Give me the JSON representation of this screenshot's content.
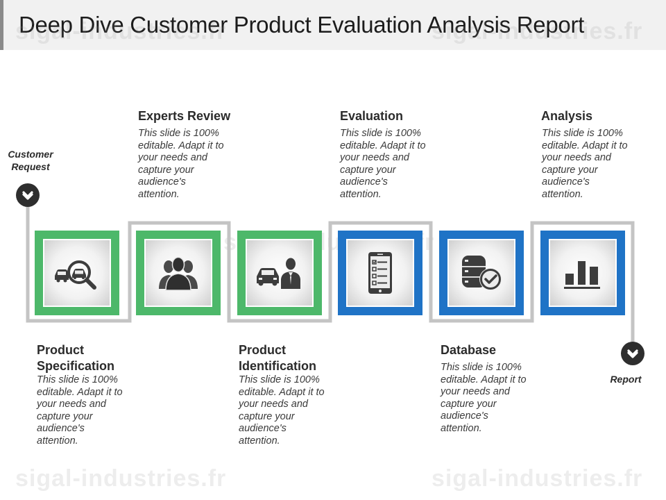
{
  "title": "Deep Dive Customer Product Evaluation Analysis Report",
  "watermark_text": "sigal-industries.fr",
  "colors": {
    "green": "#4db86a",
    "blue": "#1f73c6",
    "connector": "#c4c4c4",
    "icon": "#3d3d3d",
    "marker": "#2e2e2e"
  },
  "start": {
    "label_line1": "Customer",
    "label_line2": "Request",
    "icon": "chevron-down-icon"
  },
  "end": {
    "label": "Report",
    "icon": "chevron-down-icon"
  },
  "steps": [
    {
      "title_line1": "Product",
      "title_line2": "Specification",
      "body": "This slide is 100% editable. Adapt it to your needs and capture your audience's attention.",
      "color": "green",
      "icon": "car-search-icon"
    },
    {
      "title_line1": "Experts Review",
      "title_line2": "",
      "body": "This slide is 100% editable. Adapt it to your needs and capture your audience's attention.",
      "color": "green",
      "icon": "people-group-icon"
    },
    {
      "title_line1": "Product",
      "title_line2": "Identification",
      "body": "This slide is 100% editable. Adapt it to your needs and capture your audience's attention.",
      "color": "green",
      "icon": "car-person-icon"
    },
    {
      "title_line1": "Evaluation",
      "title_line2": "",
      "body": "This slide is 100% editable. Adapt it to your needs and capture your audience's attention.",
      "color": "blue",
      "icon": "mobile-checklist-icon"
    },
    {
      "title_line1": "Database",
      "title_line2": "",
      "body": "This slide is 100% editable. Adapt it to your needs and capture your audience's attention.",
      "color": "blue",
      "icon": "database-check-icon"
    },
    {
      "title_line1": "Analysis",
      "title_line2": "",
      "body": "This slide is 100% editable. Adapt it to your needs and capture your audience's attention.",
      "color": "blue",
      "icon": "bar-chart-icon"
    }
  ]
}
